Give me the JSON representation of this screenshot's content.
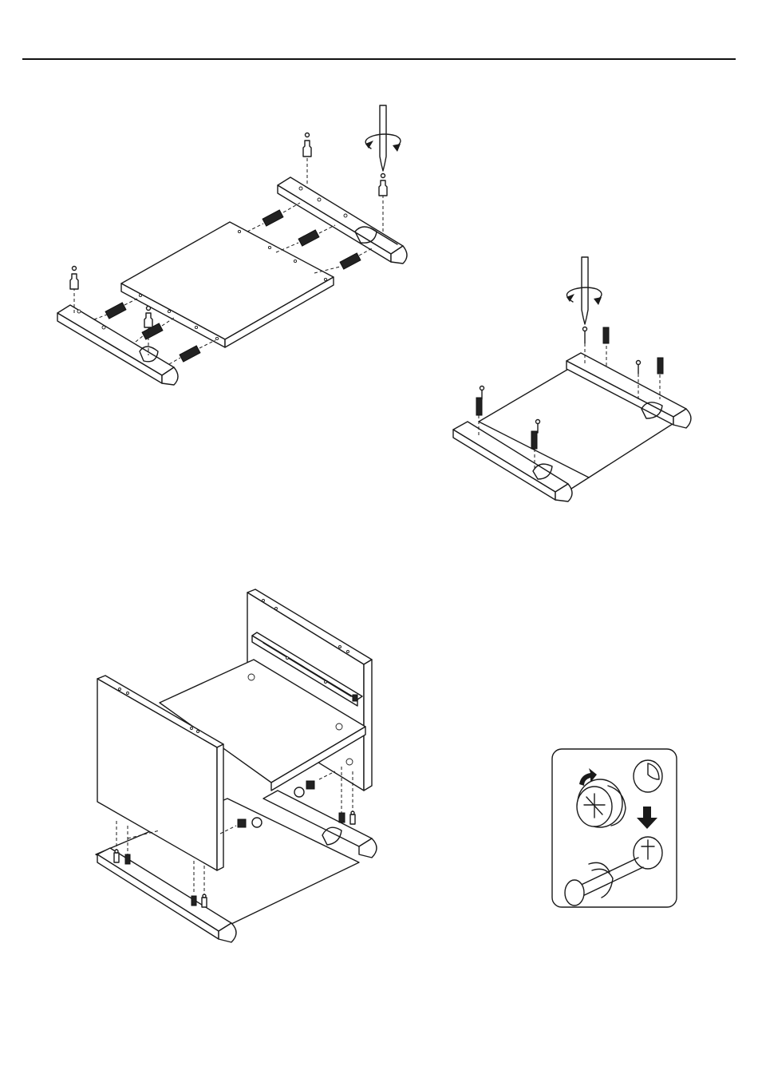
{
  "page": {
    "background": "#ffffff",
    "line_color": "#1a1a1a",
    "text": []
  },
  "figures": [
    {
      "name": "step-shelf-to-side-rails"
    },
    {
      "name": "step-rails-fittings"
    },
    {
      "name": "step-side-panels-to-base"
    },
    {
      "name": "detail-cam-lock-inset"
    }
  ],
  "icons": [
    "screwdriver-icon",
    "rotate-arrow-icon",
    "push-arrow-icon",
    "down-arrow-icon",
    "cam-lock-icon",
    "dowel-icon",
    "cam-bolt-icon"
  ]
}
